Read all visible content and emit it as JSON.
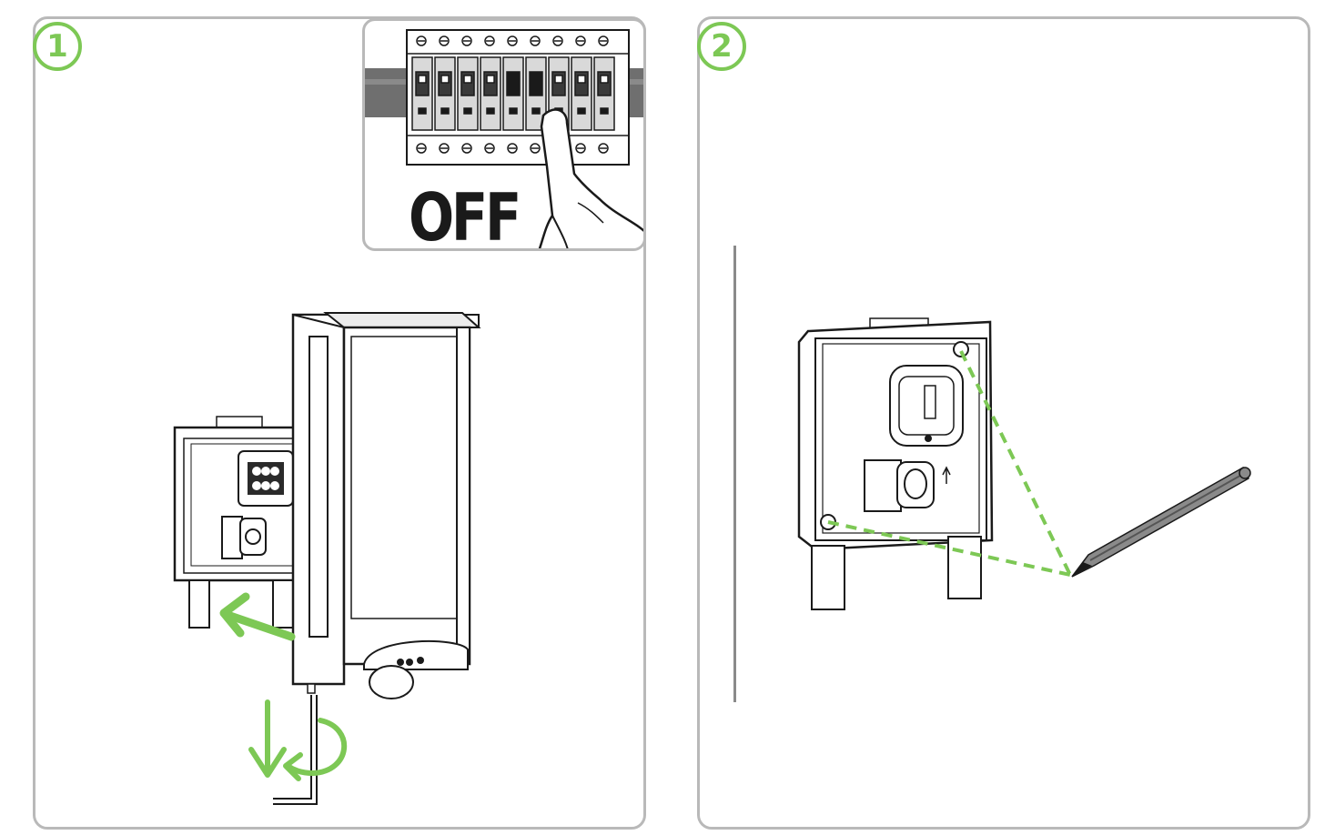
{
  "steps": [
    {
      "number": "1",
      "label": "OFF"
    },
    {
      "number": "2"
    }
  ],
  "colors": {
    "accent": "#7dc855",
    "frame": "#b9b9b9",
    "line": "#1a1a1a"
  },
  "icons": [
    "circuit-breaker-icon",
    "hand-icon",
    "lamp-icon",
    "mounting-plate-icon",
    "hex-key-icon",
    "pencil-icon",
    "arrow-icon"
  ]
}
